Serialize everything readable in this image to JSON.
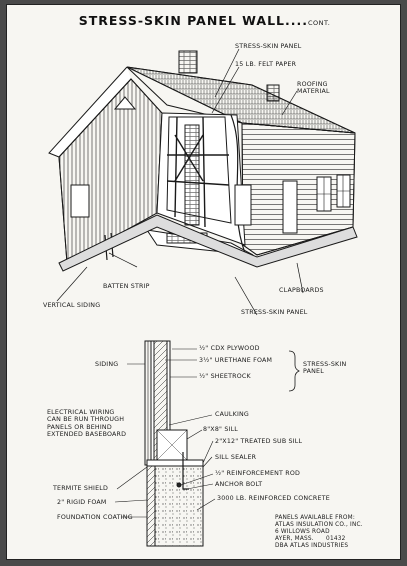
{
  "title": "STRESS-SKIN PANEL WALL....",
  "title_suffix": "CONT.",
  "house_labels": {
    "stress_skin_panel_top": "STRESS-SKIN PANEL",
    "felt_paper": "15 lb. FELT PAPER",
    "roofing": "ROOFING\nMATERIAL",
    "batten_strip": "BATTEN STRIP",
    "vertical_siding": "VERTICAL SIDING",
    "clapboards": "CLAPBOARDS",
    "stress_skin_panel_bottom": "STRESS-SKIN PANEL"
  },
  "section_labels": {
    "plywood": "½\" CDX PLYWOOD",
    "urethane": "3½\" URETHANE FOAM",
    "sheetrock": "½\" SHEETROCK",
    "panel_group": "STRESS-SKIN\nPANEL",
    "siding": "SIDING",
    "wiring_note": "ELECTRICAL WIRING\nCAN BE RUN THROUGH\nPANELS OR BEHIND\nEXTENDED BASEBOARD",
    "caulking": "CAULKING",
    "sill": "8\"x8\" SILL",
    "sub_sill": "2\"x12\" TREATED SUB SILL",
    "sill_sealer": "SILL SEALER",
    "rod": "½\" REINFORCEMENT ROD",
    "anchor_bolt": "ANCHOR BOLT",
    "concrete": "3000 lb. REINFORCED CONCRETE",
    "termite_shield": "TERMITE SHIELD",
    "rigid_foam": "2\" RIGID FOAM",
    "foundation_coating": "FOUNDATION COATING"
  },
  "credits": "PANELS AVAILABLE FROM:\nATLAS INSULATION CO., INC.\n6 WILLOWS ROAD\nAYER, MASS.      01432\nDBA ATLAS INDUSTRIES",
  "colors": {
    "ink": "#1a1a1a",
    "paper": "#f7f6f2",
    "frame": "#4a4a4a"
  }
}
